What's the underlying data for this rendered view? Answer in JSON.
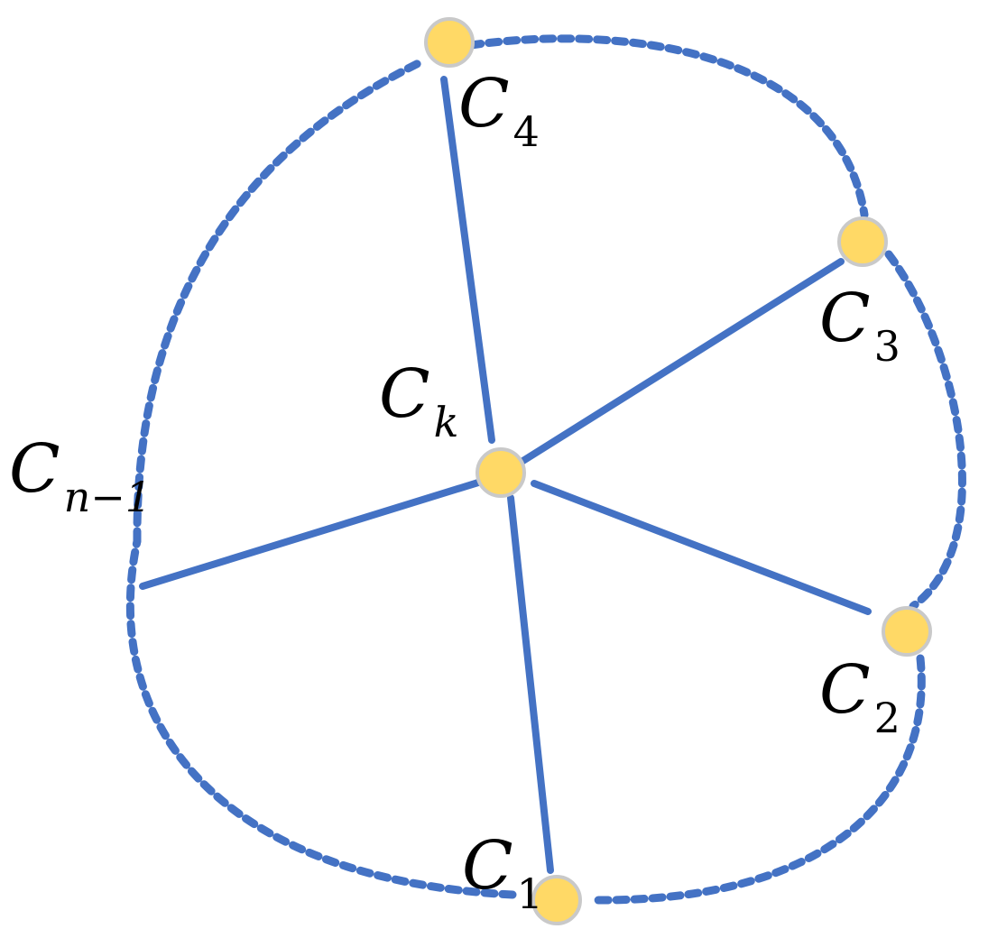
{
  "colors": {
    "edge": "#4472C4",
    "node_fill": "#FFD966",
    "node_stroke": "#C9C9C9",
    "label": "#000000"
  },
  "nodes": {
    "c4": {
      "main": "C",
      "sub": "4"
    },
    "c3": {
      "main": "C",
      "sub": "3"
    },
    "ck": {
      "main": "C",
      "sub": "k"
    },
    "cn1": {
      "main": "C",
      "sub": "n−1"
    },
    "c2": {
      "main": "C",
      "sub": "2"
    },
    "c1": {
      "main": "C",
      "sub": "1"
    }
  }
}
